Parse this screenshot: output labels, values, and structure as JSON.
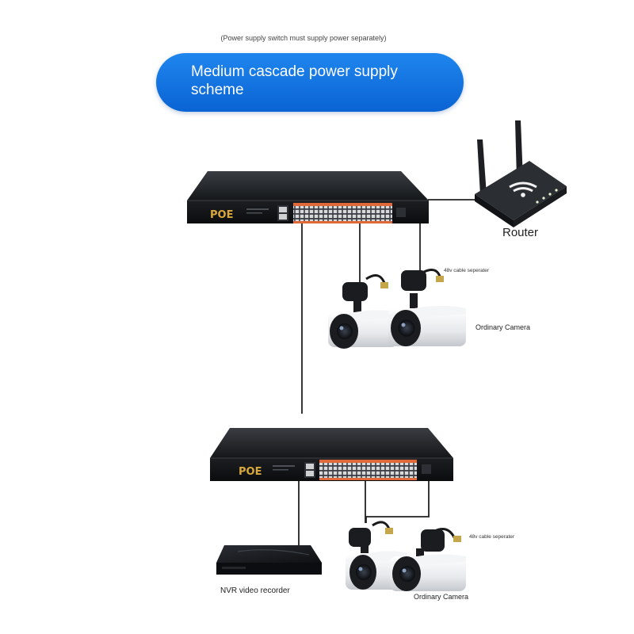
{
  "header": {
    "note": "(Power supply switch must supply power separately)",
    "title": "Medium cascade power supply scheme"
  },
  "devices": {
    "top_switch": {
      "brand": "POE"
    },
    "bottom_switch": {
      "brand": "POE"
    },
    "router": {
      "label": "Router"
    },
    "nvr": {
      "label": "NVR video recorder"
    }
  },
  "labels": {
    "camera_top": "Ordinary Camera",
    "camera_bottom": "Ordinary Camera",
    "separator_top": "48v cable seperater",
    "separator_bottom": "48v cable seperater"
  },
  "colors": {
    "banner": "#0a63d3",
    "switch_body": "#1e2024",
    "poe_brand": "#d8a93a",
    "port_orange": "#e0693a"
  }
}
